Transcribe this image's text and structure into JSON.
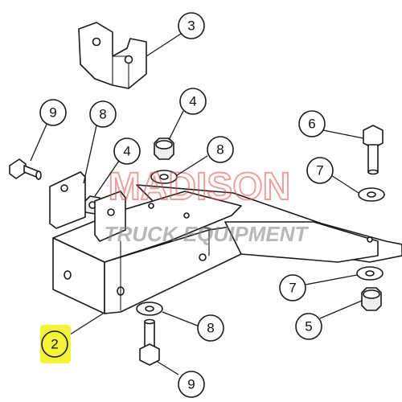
{
  "watermark": {
    "line1": "MADISON",
    "line2": "TRUCK EQUIPMENT",
    "color": "#d9534f"
  },
  "callouts": [
    {
      "id": "c3",
      "label": "3"
    },
    {
      "id": "c9a",
      "label": "9"
    },
    {
      "id": "c8a",
      "label": "8"
    },
    {
      "id": "c4a",
      "label": "4"
    },
    {
      "id": "c4b",
      "label": "4"
    },
    {
      "id": "c8b",
      "label": "8"
    },
    {
      "id": "c6",
      "label": "6"
    },
    {
      "id": "c7a",
      "label": "7"
    },
    {
      "id": "c7b",
      "label": "7"
    },
    {
      "id": "c5",
      "label": "5"
    },
    {
      "id": "c8c",
      "label": "8"
    },
    {
      "id": "c2",
      "label": "2",
      "highlight_color": "#f5f23a"
    },
    {
      "id": "c9b",
      "label": "9"
    }
  ]
}
